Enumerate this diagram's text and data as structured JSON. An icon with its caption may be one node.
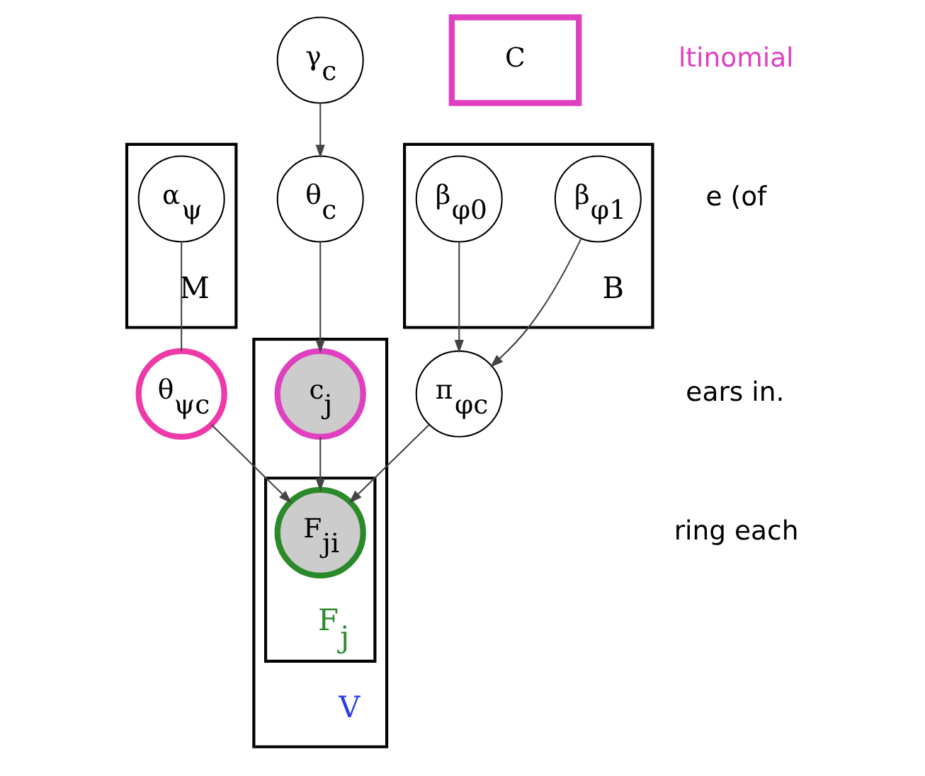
{
  "diagram": {
    "nodes": [
      {
        "text": [
          "V"
        ]
      },
      {
        "text": [
          "γ$_{c}$"
        ]
      },
      {
        "text": [
          "θ$_{c}$"
        ]
      },
      {
        "text": [
          "c$_{j}$"
        ],
        "in": 0
      },
      {
        "text": [
          "F$_{j}$"
        ],
        "in": 0
      },
      {
        "text": [
          "F$_{ji}$"
        ],
        "in": 4
      },
      {
        "text": [
          "C"
        ]
      },
      {
        "text": [
          "M"
        ]
      },
      {
        "text": [
          "θ$_{ψc}$"
        ]
      },
      {
        "text": [
          "B"
        ]
      },
      {
        "text": [
          "π$_{φc}$"
        ]
      },
      {
        "text": [
          "α$_{ψ}$"
        ],
        "in": 7
      },
      {
        "text": [
          "β$_{φ1}$"
        ],
        "in": 9
      },
      {
        "text": [
          "β$_{φ0}$"
        ],
        "in": 9
      }
    ],
    "edges": [
      {
        "from": 1,
        "to": 2,
        "arrow": "to"
      },
      {
        "from": 2,
        "to": 3,
        "arrow": "to"
      },
      {
        "from": 3,
        "to": 5,
        "arrow": "to"
      },
      {
        "from": 8,
        "to": 5,
        "arrow": "to"
      },
      {
        "from": 10,
        "to": 5,
        "arrow": "to"
      },
      {
        "from": 11,
        "to": 8,
        "arrow": "none"
      },
      {
        "from": 12,
        "to": 10,
        "arrow": "to"
      },
      {
        "from": 13,
        "to": 10,
        "arrow": "to"
      }
    ],
    "labels": [
      "ltinomial",
      "e (of",
      "ears in.",
      "ring each"
    ]
  }
}
